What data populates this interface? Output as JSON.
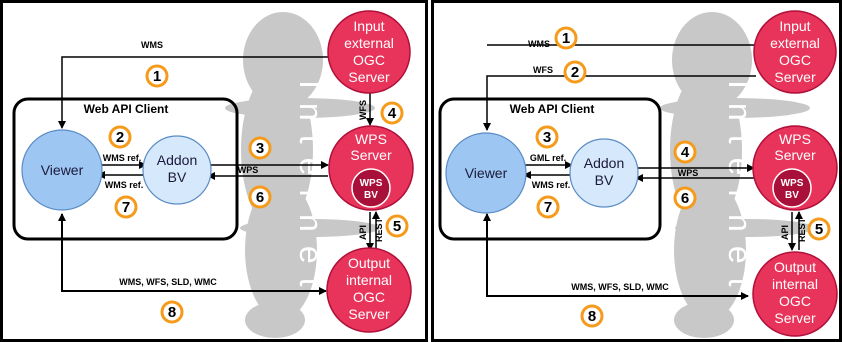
{
  "colors": {
    "server_fill": "#e8345a",
    "server_dark": "#b0103a",
    "client_fill": "#9ec6f2",
    "addon_fill": "#d6e8fb",
    "badge_ring": "#f59a1a",
    "cloud": "#c8c8c8"
  },
  "left": {
    "title": "Web API Client",
    "internet": "Internet",
    "input_server": [
      "Input",
      "external",
      "OGC",
      "Server"
    ],
    "output_server": [
      "Output",
      "internal",
      "OGC",
      "Server"
    ],
    "wps_server": [
      "WPS",
      "Server"
    ],
    "wps_bv": [
      "WPS",
      "BV"
    ],
    "viewer": "Viewer",
    "addon": [
      "Addon",
      "BV"
    ],
    "labels": {
      "wms": "WMS",
      "wfs": "WFS",
      "wms_ref_top": "WMS ref.",
      "wms_ref_bottom": "WMS ref.",
      "wps": "WPS",
      "api": "API",
      "rest": "REST",
      "bottom": "WMS, WFS, SLD, WMC"
    },
    "badges": [
      "1",
      "2",
      "3",
      "4",
      "5",
      "6",
      "7",
      "8"
    ]
  },
  "right": {
    "title": "Web API Client",
    "internet": "Internet",
    "input_server": [
      "Input",
      "external",
      "OGC",
      "Server"
    ],
    "output_server": [
      "Output",
      "internal",
      "OGC",
      "Server"
    ],
    "wps_server": [
      "WPS",
      "Server"
    ],
    "wps_bv": [
      "WPS",
      "BV"
    ],
    "viewer": "Viewer",
    "addon": [
      "Addon",
      "BV"
    ],
    "labels": {
      "wms": "WMS",
      "wfs": "WFS",
      "gml_ref": "GML ref.",
      "wms_ref": "WMS ref.",
      "wps": "WPS",
      "api": "API",
      "rest": "REST",
      "bottom": "WMS, WFS, SLD, WMC"
    },
    "badges": [
      "1",
      "2",
      "3",
      "4",
      "5",
      "6",
      "7",
      "8"
    ]
  }
}
